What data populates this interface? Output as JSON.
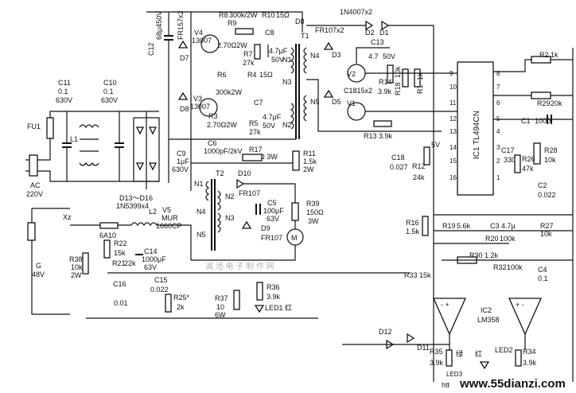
{
  "input": {
    "fu1": "FU1",
    "ac": "AC",
    "ac_v": "220V",
    "l1": "L1",
    "c11": "C11",
    "c11_v": "0.1",
    "c11_r": "630V",
    "c10": "C10",
    "c10_v": "0.1",
    "c10_r": "630V",
    "d13": "D13～D16",
    "d13_t": "1N5399x4",
    "c12": "C12",
    "c12_v": "68μ450V"
  },
  "half_bridge": {
    "r8": "R8",
    "r8_v": "300k/2W",
    "r10": "R10",
    "r10_v": "15Ω",
    "d8a": "D8",
    "d7": "D7",
    "d8b": "D8",
    "fr157": "FR157x2",
    "v4": "V4",
    "v4_t": "13007",
    "v3": "V3",
    "v3_t": "13007",
    "r9": "R9",
    "r9_v": "2.70Ω2W",
    "r7": "R7",
    "r7_v": "27k",
    "c8": "C8",
    "c8_v": "4.7μF",
    "c8_r": "50V",
    "r6": "R6",
    "r6_v": "300k2W",
    "r4": "R4",
    "r4_v": "15Ω",
    "r3": "R3",
    "r3_v": "2.70Ω2W",
    "r5": "R5",
    "r5_v": "27k",
    "c7": "C7",
    "c7_v": "4.7μF",
    "c7_r": "50V",
    "t1": "T1",
    "n1": "N1",
    "n2": "N2",
    "n3": "N3",
    "n4": "N4",
    "n5": "N5",
    "c9": "C9",
    "c9_v": "1μF",
    "c9_r": "630V",
    "c6": "C6",
    "c6_v": "1000pF/2kV",
    "r17": "R17",
    "r17_v": "100Ω 3W",
    "r11": "R11",
    "r11_v": "1.5k",
    "r11_r": "2W"
  },
  "driver": {
    "fr107x2": "FR107x2",
    "d3": "D3",
    "d5": "D5",
    "v2": "V2",
    "v1": "V1",
    "c1815": "C1815x2",
    "n1n4007": "1N4007x2",
    "d2": "D2",
    "d1": "D1",
    "c13": "C13",
    "c13_v": "4.7",
    "c13_r": "50V",
    "r14": "R14",
    "r14_v": "3.9k",
    "r18": "R18",
    "r18_v": "10k",
    "r1": "R1",
    "r1_v": "1k",
    "r13": "R13",
    "r13_v": "3.9k",
    "c18": "C18",
    "c18_v": "0.027",
    "r12": "R12",
    "r12_v": "24k",
    "v5": "5V"
  },
  "output": {
    "t2": "T2",
    "n1": "N1",
    "n2": "N2",
    "n3": "N3",
    "n4": "N4",
    "n5": "N5",
    "d10": "D10",
    "fr107a": "FR107",
    "d9": "D9",
    "fr107b": "FR107",
    "c5": "C5",
    "c5_v": "100μF",
    "c5_r": "63V",
    "r39": "R39",
    "r39_v": "150Ω",
    "r39_r": "3W",
    "motor": "M",
    "v5": "V5",
    "v5_t": "MUR",
    "v5_p": "1660CP",
    "l2": "L2",
    "xz": "Xz",
    "fuse": "6A10",
    "g": "G",
    "g_v": "48V",
    "r22": "R22",
    "r22_v": "15k",
    "r21": "R21",
    "r21_v": "22k",
    "c14": "C14",
    "c14_v": "1000μF",
    "c14_r": "63V",
    "r38": "R38",
    "r38_v": "10k",
    "r38_r": "2W",
    "c16": "C16",
    "c16_v": "0.01",
    "c15": "C15",
    "c15_v": "0.022",
    "r25": "R25*",
    "r25_v": "2k",
    "r37": "R37",
    "r37_v": "10",
    "r37_r": "6W",
    "r36": "R36",
    "r36_v": "3.9k",
    "led1": "LED1 红",
    "watermark": "减 池 电 子 制 作 网"
  },
  "control": {
    "ic1": "IC1 TL494CN",
    "pins": [
      "9",
      "10",
      "11",
      "12",
      "13",
      "14",
      "15",
      "16",
      "8",
      "7",
      "6",
      "5",
      "4",
      "3",
      "2",
      "1"
    ],
    "r2": "R2",
    "r2_v": "1k",
    "r29": "R29",
    "r29_v": "20k",
    "c1": "C1",
    "c1_v": "1000",
    "r28": "R28",
    "r28_v": "10k",
    "c17": "C17",
    "c17_v": "330",
    "r26": "R26",
    "r26_v": "47k",
    "c2": "C2",
    "c2_v": "0.022",
    "r16": "R16",
    "r16_v": "1.5k",
    "r19": "R19",
    "r19_v": "5.6k",
    "c3": "C3",
    "c3_v": "4.7μ",
    "r27": "R27",
    "r27_v": "10k",
    "r20": "R20",
    "r20_v": "100k",
    "r30": "R30",
    "r30_v": "1.2k",
    "r33": "R33",
    "r33_v": "15k",
    "r32": "R32",
    "r32_v": "100k",
    "c4": "C4",
    "c4_v": "0.1",
    "ic2": "IC2",
    "ic2_t": "LM358",
    "d12": "D12",
    "d11": "D11",
    "r35": "R35",
    "r35_v": "3.9k",
    "led_g": "绿",
    "led_g_n": "LED3",
    "led_r": "红",
    "led2": "LED2",
    "r34": "R34",
    "r34_v": "3.9k",
    "url_prefix": "htt",
    "url": "www.55dianzi.com"
  }
}
